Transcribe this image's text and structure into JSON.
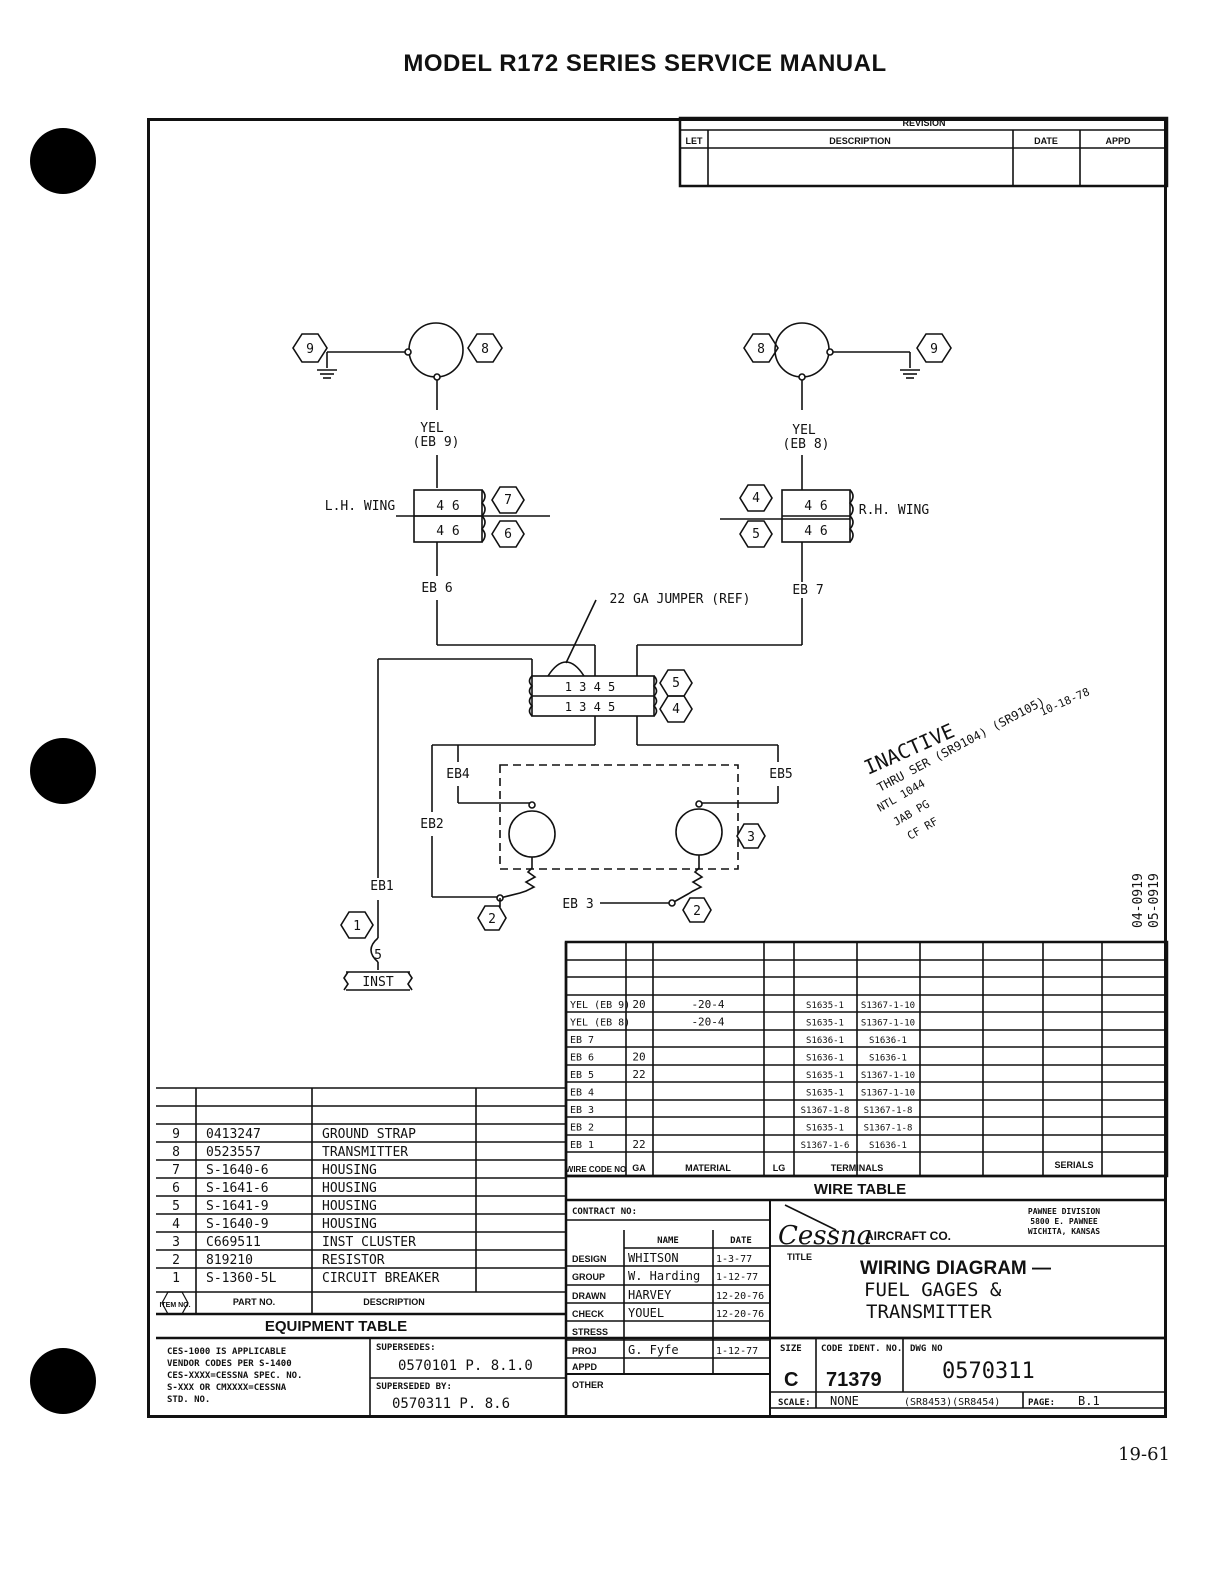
{
  "header": {
    "title": "MODEL R172 SERIES SERVICE MANUAL"
  },
  "page_number": "19-61",
  "revision": {
    "title": "REVISION",
    "col_let": "LET",
    "col_description": "DESCRIPTION",
    "col_date": "DATE",
    "col_appd": "APPD"
  },
  "diagram": {
    "left_gage": {
      "item_left": "9",
      "item_right": "8",
      "wire": "YEL",
      "code": "(EB 9)"
    },
    "right_gage": {
      "item_left": "8",
      "item_right": "9",
      "wire": "YEL",
      "code": "(EB 8)"
    },
    "lh_connector": {
      "label": "L.H. WING",
      "pins_top": "4  6",
      "pins_bottom": "4  6",
      "item_top": "7",
      "item_bottom": "6",
      "wire": "EB 6"
    },
    "rh_connector": {
      "label": "R.H. WING",
      "pins_top": "4  6",
      "pins_bottom": "4  6",
      "item_top": "4",
      "item_bottom": "5",
      "wire": "EB 7"
    },
    "jumper": "22  GA  JUMPER (REF)",
    "center_connector": {
      "pins_top": "1  3  4    5",
      "pins_bottom": "1  3  4    5",
      "item_top": "5",
      "item_bottom": "4"
    },
    "eb4": "EB4",
    "eb5": "EB5",
    "eb2": "EB2",
    "eb1": "EB1",
    "eb3": "EB 3",
    "transmitter_item": "3",
    "resistor_item_left": "2",
    "resistor_item_right": "2",
    "inst_item": "1",
    "inst_pin": "5",
    "inst_label": "INST",
    "inactive_note": [
      "INACTIVE",
      "THRU SER (SR9104) (SR9105)",
      "10-18-78",
      "NTL 1044",
      "JAB  PG",
      "CF  RF"
    ],
    "side_code": [
      "04-0919",
      "05-0919"
    ]
  },
  "wire_table": {
    "title": "WIRE TABLE",
    "headers": [
      "WIRE CODE NO",
      "GA",
      "MATERIAL",
      "LG",
      "TERMINALS",
      "SERIALS"
    ],
    "rows": [
      {
        "code": "YEL (EB 9)",
        "ga": "20",
        "material": "-20-4",
        "t1": "S1635-1",
        "t2": "S1367-1-10"
      },
      {
        "code": "YEL (EB 8)",
        "ga": "",
        "material": "-20-4",
        "t1": "S1635-1",
        "t2": "S1367-1-10"
      },
      {
        "code": "EB 7",
        "ga": "",
        "material": "",
        "t1": "S1636-1",
        "t2": "S1636-1"
      },
      {
        "code": "EB 6",
        "ga": "20",
        "material": "",
        "t1": "S1636-1",
        "t2": "S1636-1"
      },
      {
        "code": "EB 5",
        "ga": "22",
        "material": "",
        "t1": "S1635-1",
        "t2": "S1367-1-10"
      },
      {
        "code": "EB 4",
        "ga": "",
        "material": "",
        "t1": "S1635-1",
        "t2": "S1367-1-10"
      },
      {
        "code": "EB 3",
        "ga": "",
        "material": "",
        "t1": "S1367-1-8",
        "t2": "S1367-1-8"
      },
      {
        "code": "EB 2",
        "ga": "",
        "material": "",
        "t1": "S1635-1",
        "t2": "S1367-1-8"
      },
      {
        "code": "EB 1",
        "ga": "22",
        "material": "",
        "t1": "S1367-1-6",
        "t2": "S1636-1"
      }
    ]
  },
  "equipment_table": {
    "title": "EQUIPMENT TABLE",
    "headers": [
      "ITEM NO.",
      "PART NO.",
      "DESCRIPTION"
    ],
    "rows": [
      {
        "item": "9",
        "part": "0413247",
        "desc": "GROUND STRAP"
      },
      {
        "item": "8",
        "part": "0523557",
        "desc": "TRANSMITTER"
      },
      {
        "item": "7",
        "part": "S-1640-6",
        "desc": "HOUSING"
      },
      {
        "item": "6",
        "part": "S-1641-6",
        "desc": "HOUSING"
      },
      {
        "item": "5",
        "part": "S-1641-9",
        "desc": "HOUSING"
      },
      {
        "item": "4",
        "part": "S-1640-9",
        "desc": "HOUSING"
      },
      {
        "item": "3",
        "part": "C669511",
        "desc": "INST CLUSTER"
      },
      {
        "item": "2",
        "part": "819210",
        "desc": "RESISTOR"
      },
      {
        "item": "1",
        "part": "S-1360-5L",
        "desc": "CIRCUIT BREAKER"
      }
    ]
  },
  "notes": {
    "applicability": [
      "CES-1000 IS APPLICABLE",
      "VENDOR CODES PER S-1400",
      "CES-XXXX=CESSNA SPEC. NO.",
      "S-XXX OR CMXXXX=CESSNA",
      "STD. NO."
    ],
    "supersedes_label": "SUPERSEDES:",
    "supersedes_value": "0570101  P. 8.1.0",
    "superseded_by_label": "SUPERSEDED BY:",
    "superseded_by_value": "0570311  P. 8.6"
  },
  "title_block": {
    "contract_label": "CONTRACT NO:",
    "col_name": "NAME",
    "col_date": "DATE",
    "approvals": [
      {
        "role": "DESIGN",
        "name": "WHITSON",
        "date": "1-3-77"
      },
      {
        "role": "GROUP",
        "name": "W. Harding",
        "date": "1-12-77"
      },
      {
        "role": "DRAWN",
        "name": "HARVEY",
        "date": "12-20-76"
      },
      {
        "role": "CHECK",
        "name": "YOUEL",
        "date": "12-20-76"
      },
      {
        "role": "STRESS",
        "name": "",
        "date": ""
      },
      {
        "role": "PROJ",
        "name": "G. Fyfe",
        "date": "1-12-77"
      },
      {
        "role": "APPD",
        "name": "",
        "date": ""
      },
      {
        "role": "OTHER",
        "name": "",
        "date": ""
      }
    ],
    "company_logo": "Cessna",
    "company_suffix": "AIRCRAFT CO.",
    "division": [
      "PAWNEE DIVISION",
      "5800 E. PAWNEE",
      "WICHITA, KANSAS"
    ],
    "title_label": "TITLE",
    "title_line1": "WIRING DIAGRAM —",
    "title_line2": "FUEL  GAGES  &",
    "title_line3": "TRANSMITTER",
    "size_label": "SIZE",
    "size_value": "C",
    "code_ident_label": "CODE IDENT. NO.",
    "code_ident_value": "71379",
    "dwg_no_label": "DWG NO",
    "dwg_no_value": "0570311",
    "scale_label": "SCALE:",
    "scale_value": "NONE",
    "serials": "(SR8453)(SR8454)",
    "page_label": "PAGE:",
    "page_value": "B.1"
  }
}
